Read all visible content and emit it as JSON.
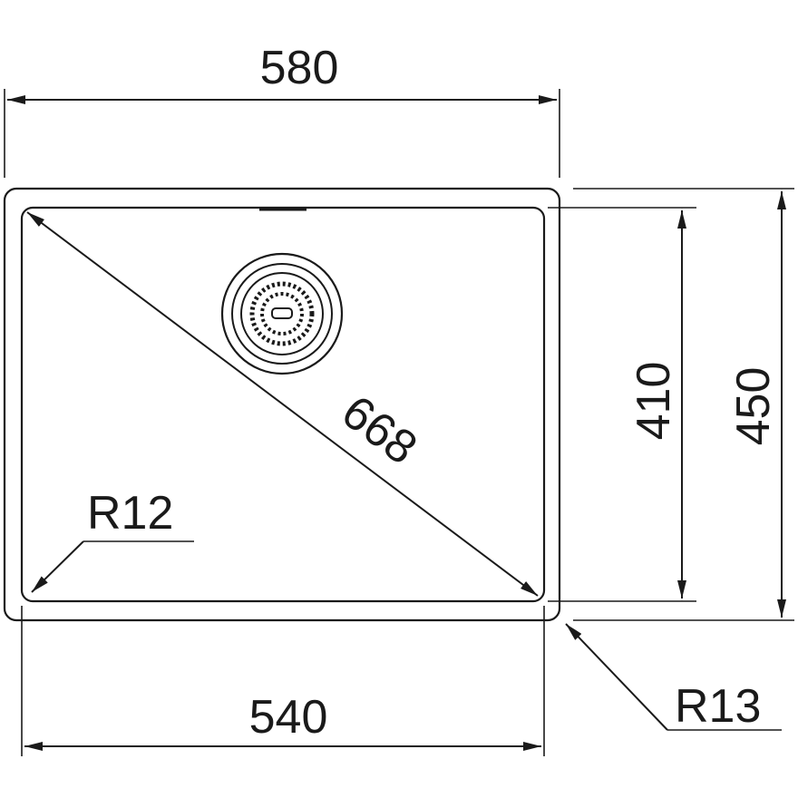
{
  "dimensions": {
    "outer_width": "580",
    "inner_width": "540",
    "outer_depth": "450",
    "inner_depth": "410",
    "diagonal": "668",
    "inner_radius": "R12",
    "outer_radius": "R13"
  },
  "colors": {
    "line": "#1a1a1a",
    "background": "#ffffff"
  },
  "icons": {
    "drain": "drain-strainer-icon"
  }
}
